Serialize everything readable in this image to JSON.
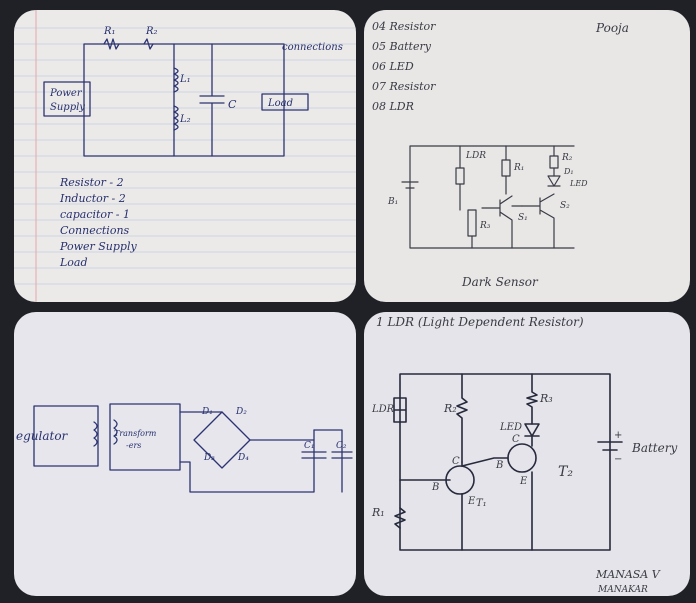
{
  "panel1": {
    "labels": {
      "r1": "R₁",
      "r2": "R₂",
      "l1": "L₁",
      "l2": "L₂",
      "c": "C",
      "power_supply_line1": "Power",
      "power_supply_line2": "Supply",
      "load": "Load",
      "connections": "connections"
    },
    "list": [
      "Resistor - 2",
      "Inductor - 2",
      "capacitor - 1",
      "Connections",
      "Power Supply",
      "Load"
    ]
  },
  "panel2": {
    "name_corner": "Pooja",
    "list": [
      "04 Resistor",
      "05 Battery",
      "06 LED",
      "07 Resistor",
      "08 LDR"
    ],
    "labels": {
      "ldr": "LDR",
      "r1": "R₁",
      "r2": "R₂",
      "r3": "R₃",
      "d1": "D₁",
      "led": "LED",
      "b1": "B₁",
      "s1": "S₁",
      "s2": "S₂"
    },
    "caption": "Dark Sensor"
  },
  "panel3": {
    "labels": {
      "regulator": "egulator",
      "transformer_line1": "Transform",
      "transformer_line2": "-ers",
      "d1": "D₁",
      "d2": "D₂",
      "d3": "D₃",
      "d4": "D₄",
      "c1": "C₁",
      "c2": "C₂"
    }
  },
  "panel4": {
    "title": "1 LDR (Light Dependent Resistor)",
    "labels": {
      "ldr": "LDR",
      "r1": "R₁",
      "r2": "R₂",
      "r3": "R₃",
      "led": "LED",
      "c_left": "C",
      "b_left": "B",
      "e_left": "E",
      "t1": "T₁",
      "c_right": "C",
      "b_right": "B",
      "e_right": "E",
      "t2": "T₂",
      "plus": "+",
      "minus": "−",
      "battery": "Battery"
    },
    "signature_line1": "MANASA V",
    "signature_line2": "MANAKAR"
  }
}
